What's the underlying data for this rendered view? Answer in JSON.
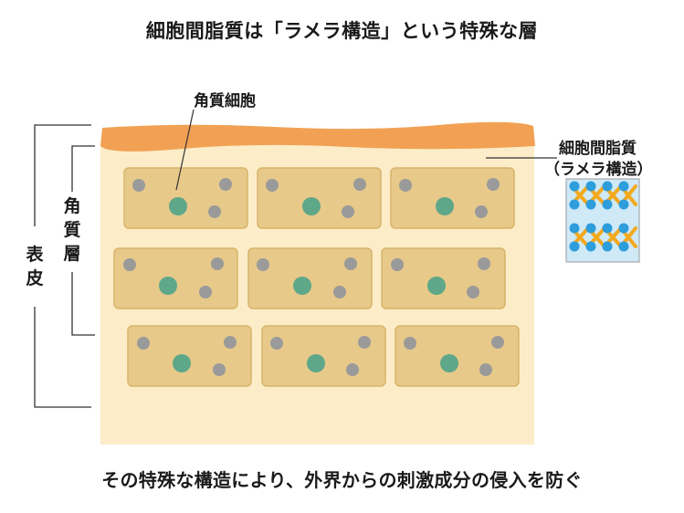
{
  "title": "細胞間脂質は「ラメラ構造」という特殊な層",
  "labels": {
    "corneocyte": "角質細胞",
    "intercellular_lipid_line1": "細胞間脂質",
    "intercellular_lipid_line2": "（ラメラ構造）",
    "stratum_corneum": "角質層",
    "epidermis": "表皮"
  },
  "caption": "その特殊な構造により、外界からの刺激成分の侵入を防ぐ",
  "colors": {
    "surface": "#f2a154",
    "layer": "#fcedc8",
    "cell": "#e7c98a",
    "cell_border": "#d9b46a",
    "nucleus": "#5ea789",
    "granule": "#9a9a9a",
    "lamella_blue": "#2d9ddb",
    "lamella_orange": "#f3a91d",
    "lamella_bg": "#cfe9f7"
  }
}
